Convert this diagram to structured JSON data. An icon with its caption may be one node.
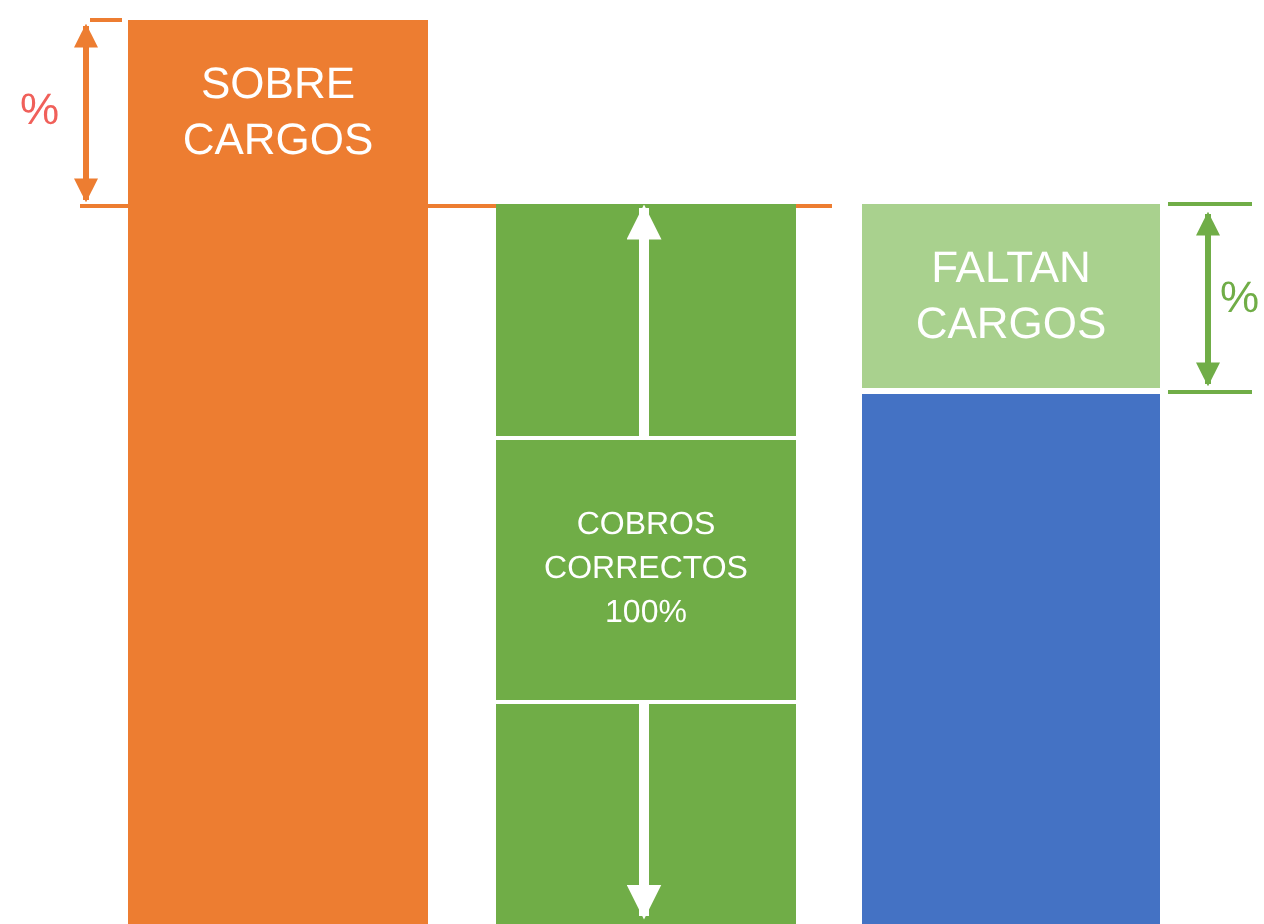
{
  "diagram": {
    "nodes": [
      {
        "text": [
          "SOBRE CARGOS"
        ]
      },
      {
        "text": [],
        "shape": "box"
      },
      {
        "text": [],
        "shape": "box"
      },
      {
        "text": [
          "COBROS CORRECTOS 100%"
        ]
      },
      {
        "text": [],
        "shape": "box"
      },
      {
        "text": [
          "FALTAN CARGOS"
        ]
      },
      {
        "text": [],
        "shape": "box"
      }
    ],
    "edges": [],
    "labels": [
      "%",
      "%"
    ]
  }
}
